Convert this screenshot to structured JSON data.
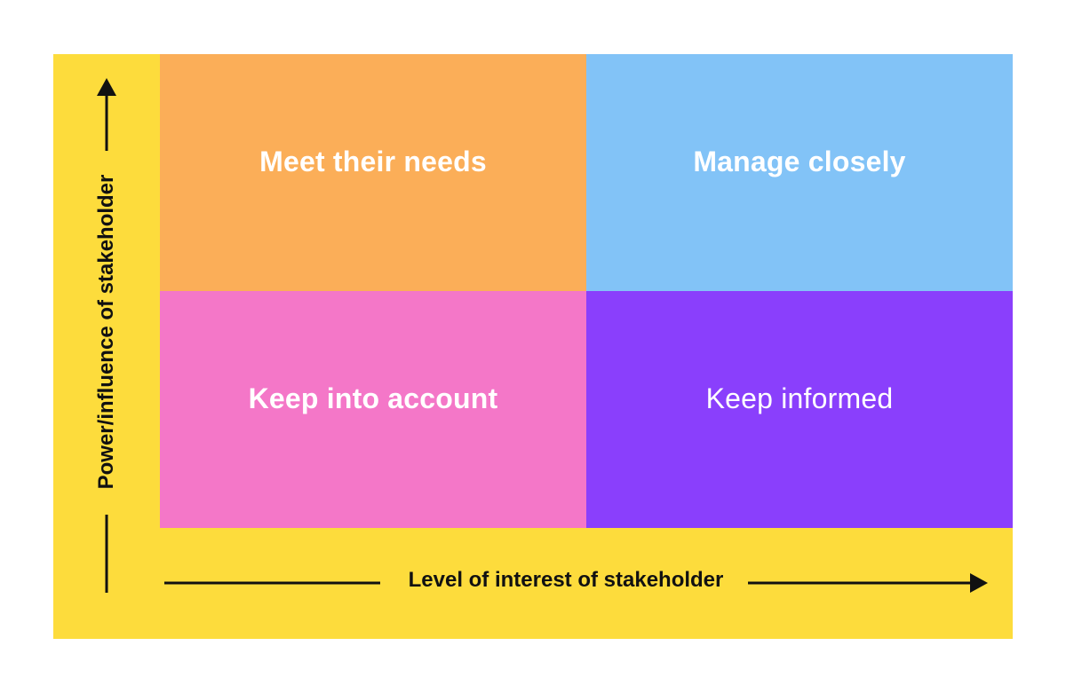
{
  "quadrants": {
    "top_left": {
      "label": "Meet their needs",
      "color": "#fbae58"
    },
    "top_right": {
      "label": "Manage closely",
      "color": "#82c3f7"
    },
    "bottom_left": {
      "label": "Keep into account",
      "color": "#f477c8"
    },
    "bottom_right": {
      "label": "Keep informed",
      "color": "#8a3ffc"
    }
  },
  "axes": {
    "x_label": "Level of interest of stakeholder",
    "y_label": "Power/influence of stakeholder",
    "background_color": "#fddc3c"
  }
}
